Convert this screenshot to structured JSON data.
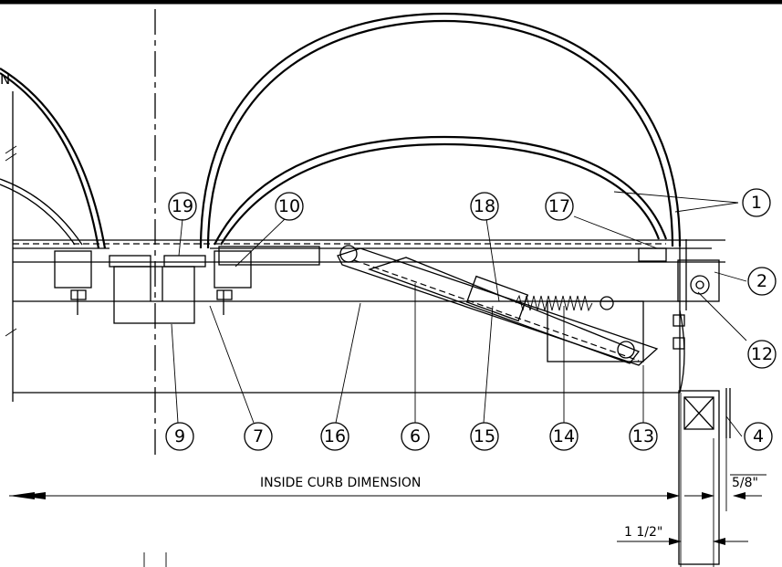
{
  "balloons": [
    {
      "id": "1",
      "label": "1"
    },
    {
      "id": "2",
      "label": "2"
    },
    {
      "id": "4",
      "label": "4"
    },
    {
      "id": "6",
      "label": "6"
    },
    {
      "id": "7",
      "label": "7"
    },
    {
      "id": "9",
      "label": "9"
    },
    {
      "id": "10",
      "label": "10"
    },
    {
      "id": "12",
      "label": "12"
    },
    {
      "id": "13",
      "label": "13"
    },
    {
      "id": "14",
      "label": "14"
    },
    {
      "id": "15",
      "label": "15"
    },
    {
      "id": "16",
      "label": "16"
    },
    {
      "id": "17",
      "label": "17"
    },
    {
      "id": "18",
      "label": "18"
    },
    {
      "id": "19",
      "label": "19"
    }
  ],
  "dimensions": {
    "inside_curb": "INSIDE CURB DIMENSION",
    "five_eighths": "5/8\"",
    "one_half": "1 1/2\""
  },
  "edge_text": "N"
}
